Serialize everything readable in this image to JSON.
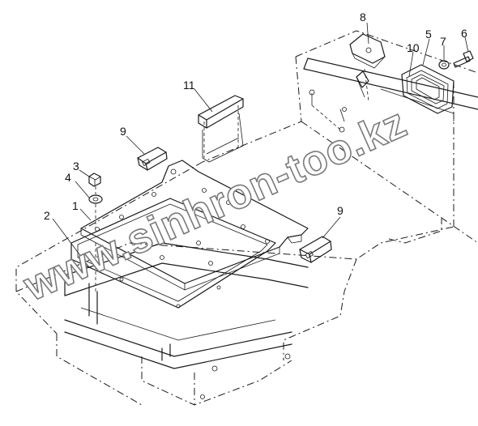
{
  "callouts": {
    "c1": "1",
    "c2": "2",
    "c3": "3",
    "c4": "4",
    "c5": "5",
    "c6": "6",
    "c7": "7",
    "c8": "8",
    "c9a": "9",
    "c9b": "9",
    "c10": "10",
    "c11": "11"
  },
  "watermark": "www.sinhron-too.kz"
}
